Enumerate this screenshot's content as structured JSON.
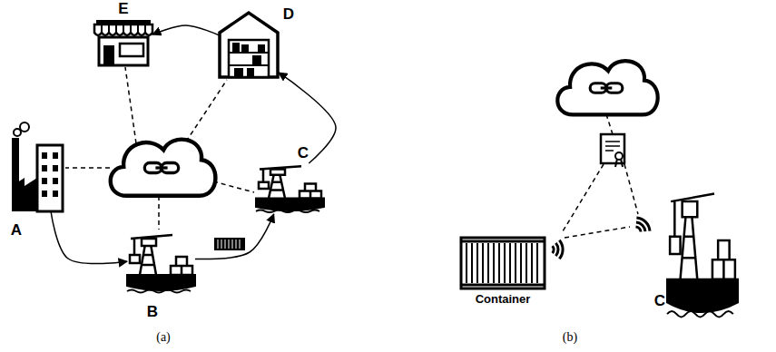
{
  "diagram": {
    "nodes": [
      {
        "text": [
          "E"
        ]
      },
      {
        "text": [
          "D"
        ]
      },
      {
        "text": [
          "A"
        ]
      },
      {
        "text": [
          "B"
        ]
      },
      {
        "text": [
          "C"
        ]
      },
      {
        "text": [
          "Container"
        ]
      },
      {
        "text": [
          "C"
        ]
      }
    ],
    "edges": [
      {
        "from": 2,
        "to": 3,
        "arrow": "to"
      },
      {
        "from": 3,
        "to": 4,
        "arrow": "to"
      },
      {
        "from": 4,
        "to": 1,
        "arrow": "to"
      },
      {
        "from": 1,
        "to": 0,
        "arrow": "to"
      }
    ],
    "labels": [
      "(a)",
      "(b)"
    ]
  }
}
